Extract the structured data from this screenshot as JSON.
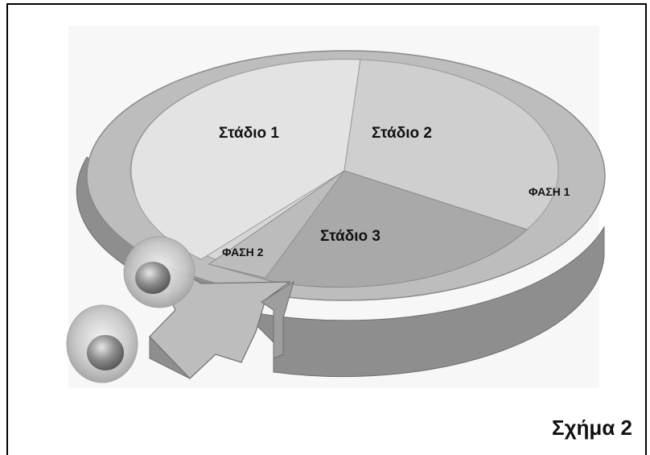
{
  "figure": {
    "caption": "Σχήμα 2",
    "stages": [
      "Στάδιο 1",
      "Στάδιο 2",
      "Στάδιο 3"
    ],
    "phases": [
      "ΦΑΣΗ 1",
      "ΦΑΣΗ 2"
    ]
  }
}
